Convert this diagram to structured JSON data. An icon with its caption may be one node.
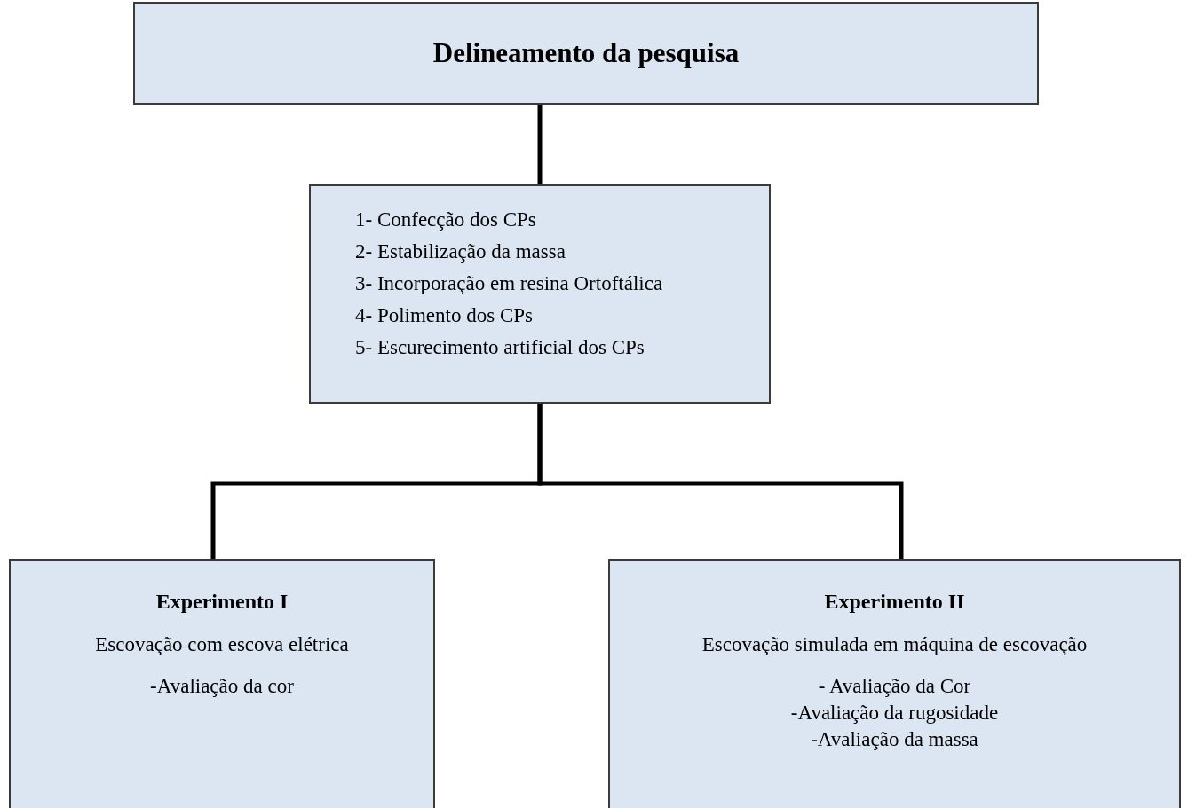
{
  "diagram": {
    "nodes": [
      {
        "text": [
          "Delineamento da pesquisa"
        ]
      },
      {
        "text": [
          "1- Confecção dos CPs",
          "2- Estabilização da massa",
          "3- Incorporação em resina Ortoftálica",
          "4- Polimento dos CPs",
          "5- Escurecimento artificial dos CPs"
        ]
      },
      {
        "text": [
          "Experimento I",
          "Escovação com escova elétrica",
          "-Avaliação da cor"
        ]
      },
      {
        "text": [
          "Experimento II",
          "Escovação simulada em máquina de escovação",
          "- Avaliação da Cor",
          "-Avaliação da rugosidade",
          "-Avaliação da massa"
        ]
      }
    ],
    "edges": [
      {
        "from": 0,
        "to": 1,
        "arrow": "none"
      },
      {
        "from": 1,
        "to": 2,
        "arrow": "none"
      },
      {
        "from": 1,
        "to": 3,
        "arrow": "none"
      }
    ]
  }
}
